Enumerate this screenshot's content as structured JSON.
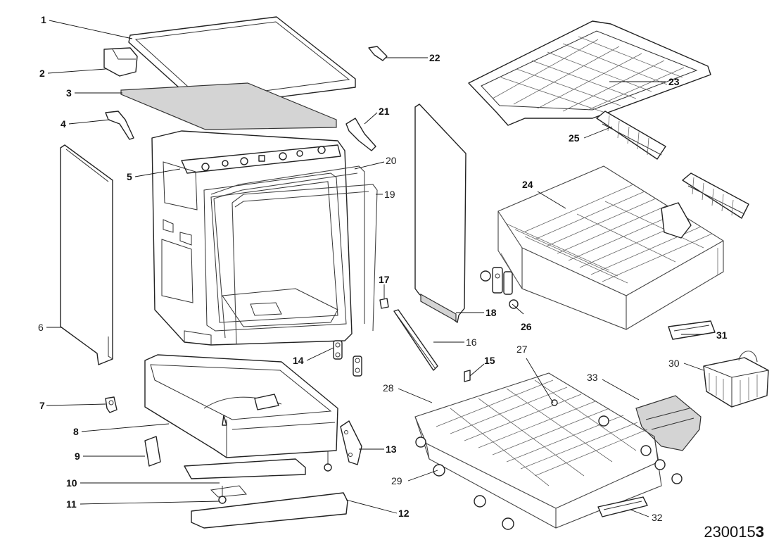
{
  "diagram": {
    "code": {
      "prefix": "230015",
      "suffix": "3"
    },
    "callouts": [
      {
        "id": "c1",
        "label": "1",
        "style": "bold"
      },
      {
        "id": "c2",
        "label": "2",
        "style": "bold"
      },
      {
        "id": "c3",
        "label": "3",
        "style": "bold"
      },
      {
        "id": "c4",
        "label": "4",
        "style": "bold"
      },
      {
        "id": "c5",
        "label": "5",
        "style": "bold"
      },
      {
        "id": "c6",
        "label": "6",
        "style": "light"
      },
      {
        "id": "c7",
        "label": "7",
        "style": "bold"
      },
      {
        "id": "c8",
        "label": "8",
        "style": "bold"
      },
      {
        "id": "c9",
        "label": "9",
        "style": "bold"
      },
      {
        "id": "c10",
        "label": "10",
        "style": "bold"
      },
      {
        "id": "c11",
        "label": "11",
        "style": "bold"
      },
      {
        "id": "c12",
        "label": "12",
        "style": "bold"
      },
      {
        "id": "c13",
        "label": "13",
        "style": "bold"
      },
      {
        "id": "c14",
        "label": "14",
        "style": "bold"
      },
      {
        "id": "c15",
        "label": "15",
        "style": "bold"
      },
      {
        "id": "c16",
        "label": "16",
        "style": "light"
      },
      {
        "id": "c17",
        "label": "17",
        "style": "bold"
      },
      {
        "id": "c18",
        "label": "18",
        "style": "bold"
      },
      {
        "id": "c19",
        "label": "19",
        "style": "light"
      },
      {
        "id": "c20",
        "label": "20",
        "style": "light"
      },
      {
        "id": "c21",
        "label": "21",
        "style": "bold"
      },
      {
        "id": "c22",
        "label": "22",
        "style": "bold"
      },
      {
        "id": "c23",
        "label": "23",
        "style": "bold"
      },
      {
        "id": "c24",
        "label": "24",
        "style": "bold"
      },
      {
        "id": "c25",
        "label": "25",
        "style": "bold"
      },
      {
        "id": "c26",
        "label": "26",
        "style": "bold"
      },
      {
        "id": "c27",
        "label": "27",
        "style": "light"
      },
      {
        "id": "c28",
        "label": "28",
        "style": "light"
      },
      {
        "id": "c29",
        "label": "29",
        "style": "light"
      },
      {
        "id": "c30",
        "label": "30",
        "style": "light"
      },
      {
        "id": "c31",
        "label": "31",
        "style": "bold"
      },
      {
        "id": "c32",
        "label": "32",
        "style": "light"
      },
      {
        "id": "c33",
        "label": "33",
        "style": "light"
      }
    ]
  }
}
